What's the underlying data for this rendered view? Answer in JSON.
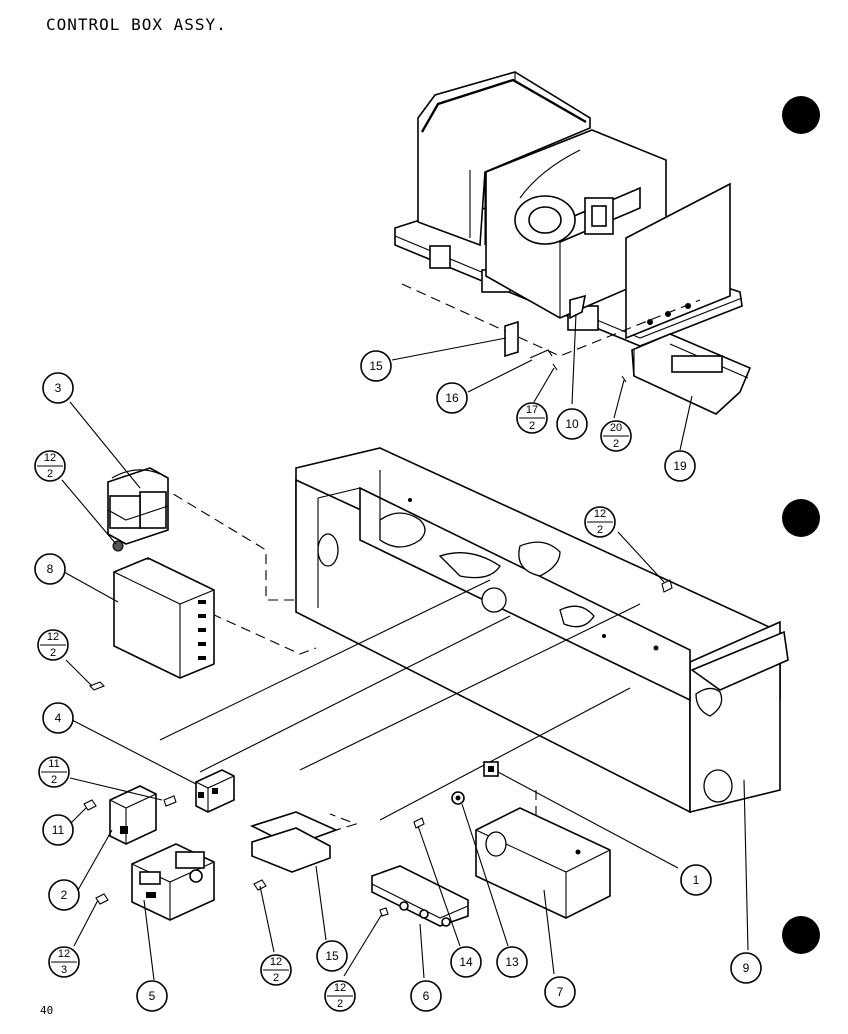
{
  "title": "CONTROL BOX ASSY.",
  "page_number": "40",
  "callouts": [
    {
      "id": "c3",
      "top": "3"
    },
    {
      "id": "c12a",
      "top": "12",
      "bottom": "2"
    },
    {
      "id": "c8",
      "top": "8"
    },
    {
      "id": "c12b",
      "top": "12",
      "bottom": "2"
    },
    {
      "id": "c4",
      "top": "4"
    },
    {
      "id": "c11f",
      "top": "11",
      "bottom": "2"
    },
    {
      "id": "c11",
      "top": "11"
    },
    {
      "id": "c2",
      "top": "2"
    },
    {
      "id": "c12c",
      "top": "12",
      "bottom": "3"
    },
    {
      "id": "c5",
      "top": "5"
    },
    {
      "id": "c12d",
      "top": "12",
      "bottom": "2"
    },
    {
      "id": "c15b",
      "top": "15"
    },
    {
      "id": "c12e",
      "top": "12",
      "bottom": "2"
    },
    {
      "id": "c6",
      "top": "6"
    },
    {
      "id": "c14",
      "top": "14"
    },
    {
      "id": "c13",
      "top": "13"
    },
    {
      "id": "c7",
      "top": "7"
    },
    {
      "id": "c9",
      "top": "9"
    },
    {
      "id": "c1",
      "top": "1"
    },
    {
      "id": "c12f",
      "top": "12",
      "bottom": "2"
    },
    {
      "id": "c15a",
      "top": "15"
    },
    {
      "id": "c16",
      "top": "16"
    },
    {
      "id": "c17",
      "top": "17",
      "bottom": "2"
    },
    {
      "id": "c10",
      "top": "10"
    },
    {
      "id": "c20",
      "top": "20",
      "bottom": "2"
    },
    {
      "id": "c19",
      "top": "19"
    }
  ]
}
